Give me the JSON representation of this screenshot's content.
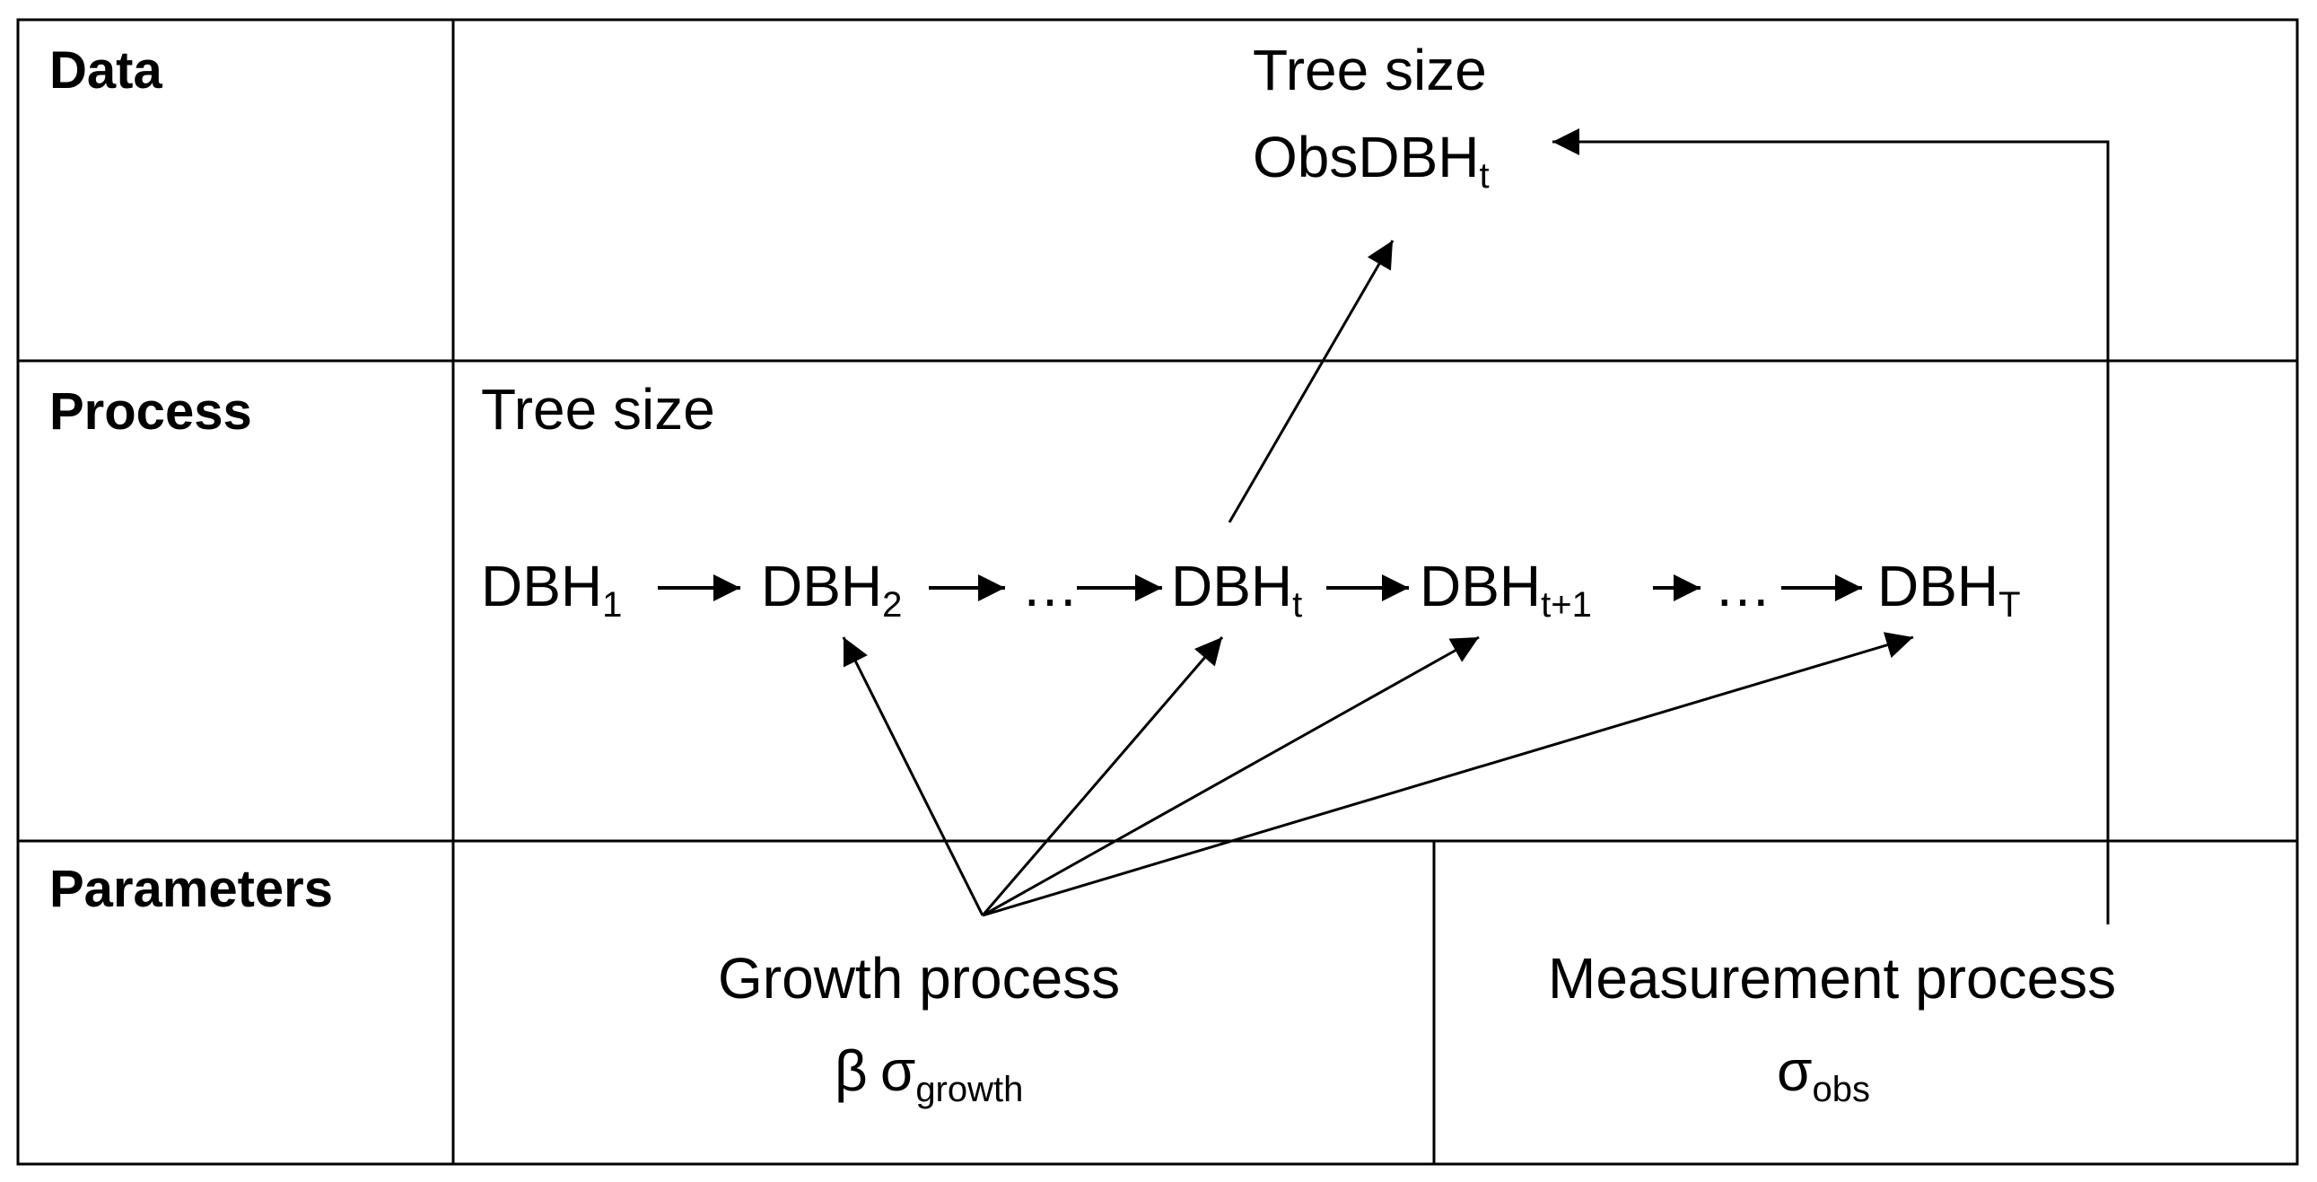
{
  "rows": {
    "data": "Data",
    "process": "Process",
    "parameters": "Parameters"
  },
  "data_box": {
    "title": "Tree size",
    "obs_base": "ObsDBH",
    "obs_sub": "t"
  },
  "process_box": {
    "title": "Tree size",
    "nodes": [
      {
        "base": "DBH",
        "sub": "1"
      },
      {
        "base": "DBH",
        "sub": "2"
      },
      {
        "base": "…",
        "sub": ""
      },
      {
        "base": "DBH",
        "sub": "t"
      },
      {
        "base": "DBH",
        "sub": "t+1"
      },
      {
        "base": "…",
        "sub": ""
      },
      {
        "base": "DBH",
        "sub": "T"
      }
    ]
  },
  "parameters_box": {
    "growth_title": "Growth process",
    "growth_beta": "β",
    "growth_sigma": "σ",
    "growth_sub": "growth",
    "measurement_title": "Measurement process",
    "measurement_sigma": "σ",
    "measurement_sub": "obs"
  },
  "colors": {
    "line": "#000000",
    "background": "#ffffff"
  }
}
